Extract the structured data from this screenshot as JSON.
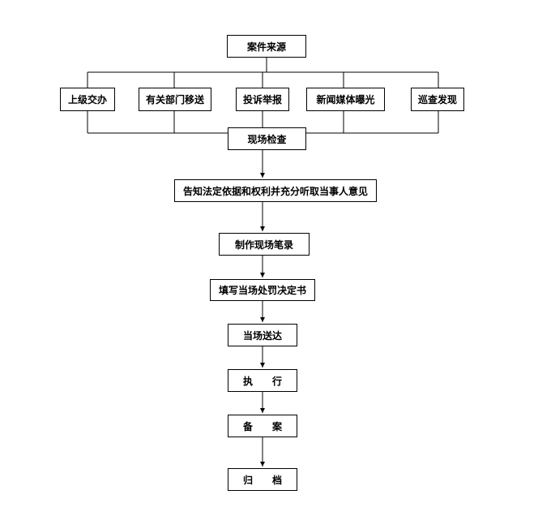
{
  "diagram": {
    "source": "案件来源",
    "channels": [
      "上级交办",
      "有关部门移送",
      "投诉举报",
      "新闻媒体曝光",
      "巡查发现"
    ],
    "steps": [
      "现场检查",
      "告知法定依据和权利并充分听取当事人意见",
      "制作现场笔录",
      "填写当场处罚决定书",
      "当场送达",
      "执　　行",
      "备　　案",
      "归　　档"
    ]
  }
}
